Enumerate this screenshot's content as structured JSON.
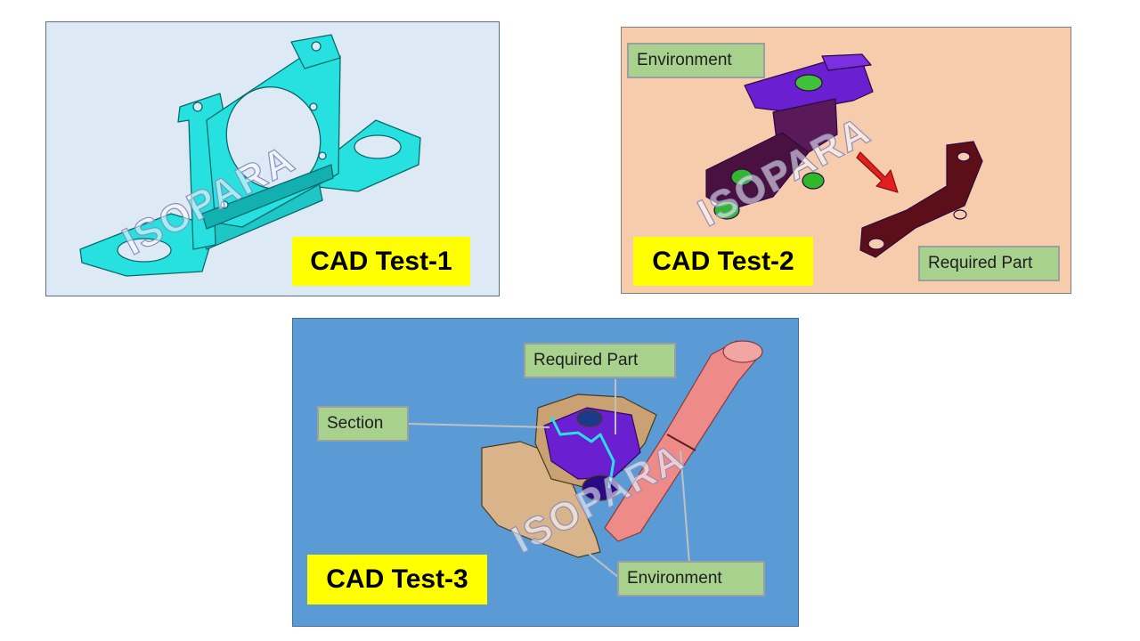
{
  "panels": [
    {
      "title": "CAD Test-1",
      "watermark": "ISOPARA",
      "background": "#dde9f4"
    },
    {
      "title": "CAD Test-2",
      "watermark": "ISOPARA",
      "background": "#f7ccad",
      "labels": {
        "environment": "Environment",
        "required_part": "Required Part"
      }
    },
    {
      "title": "CAD Test-3",
      "watermark": "ISOPARA",
      "background": "#5a9bd6",
      "labels": {
        "required_part": "Required Part",
        "section": "Section",
        "environment": "Environment"
      }
    }
  ],
  "colors": {
    "title_bg": "#ffff00",
    "tag_bg": "#a9d18e",
    "bracket_cyan": "#27e0e0",
    "env_purple": "#6a1fd0",
    "part_maroon": "#5c0f18",
    "arrow_red": "#e0201e",
    "pipe_pink": "#ee8a88",
    "housing_tan": "#d9b48a"
  },
  "icons": {
    "p1": "cad-bracket-icon",
    "p2_env": "cad-environment-assembly-icon",
    "p2_part": "cad-required-part-icon",
    "p3": "cad-section-assembly-icon"
  }
}
